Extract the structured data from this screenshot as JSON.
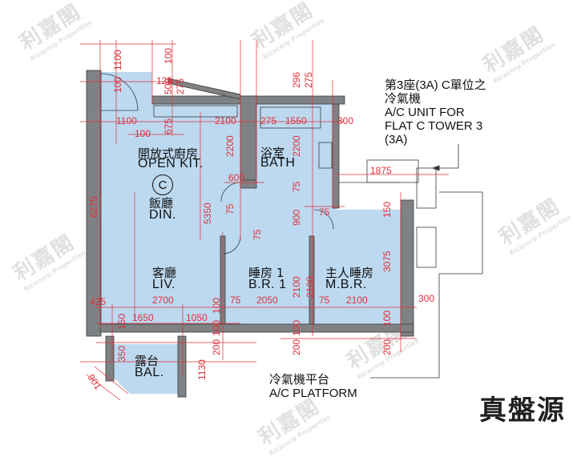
{
  "rooms": {
    "kitchen": {
      "zh": "開放式廚房",
      "en": "OPEN KIT."
    },
    "unit_circle": "C",
    "dining": {
      "zh": "飯廳",
      "en": "DIN."
    },
    "bath": {
      "zh": "浴室",
      "en": "BATH"
    },
    "living": {
      "zh": "客廳",
      "en": "LIV."
    },
    "bedroom1": {
      "zh": "睡房 1",
      "en": "B.R. 1"
    },
    "master": {
      "zh": "主人睡房",
      "en": "M.B.R."
    },
    "balcony": {
      "zh": "露台",
      "en": "BAL."
    }
  },
  "notes": {
    "ac_unit": [
      "第3座(3A) C單位之",
      "冷氣機",
      "A/C UNIT FOR",
      "FLAT C TOWER 3",
      "(3A)"
    ],
    "ac_platform": [
      "冷氣機平台",
      "A/C PLATFORM"
    ]
  },
  "dimensions": {
    "top_1100": "1100",
    "top_100a": "100",
    "top_100b": "100",
    "top_125": "125",
    "top_500": "500",
    "top_275a": "275",
    "top_296": "296",
    "top_275b": "275",
    "k_1100": "1100",
    "k_100": "100",
    "k_675": "675",
    "k_2100": "2100",
    "k_275": "275",
    "k_1550": "1550",
    "k_300": "300",
    "k_2200a": "2200",
    "k_2200b": "2200",
    "k_600": "600",
    "k_1875": "1875",
    "k_75a": "75",
    "k_75b": "75",
    "l_6275": "6275",
    "l_5350": "5350",
    "l_900": "900",
    "l_75c": "75",
    "l_150": "150",
    "l_75d": "75",
    "l_3075": "3075",
    "l_2100a": "2100",
    "l_2100b": "2100",
    "l_425": "425",
    "l_2700": "2700",
    "l_100a": "100",
    "l_75e": "75",
    "l_2050": "2050",
    "l_75f": "75",
    "l_2100c": "2100",
    "l_300": "300",
    "b_1650": "1650",
    "b_1050": "1050",
    "b_150": "150",
    "b_100a": "100",
    "b_100b": "100",
    "b_100c": "100",
    "b_350": "350",
    "b_200a": "200",
    "b_200b": "200",
    "b_200c": "200",
    "b_1130": "1130",
    "b_901": "901"
  },
  "watermark": {
    "text": "利嘉閣",
    "sub": "Ricacorp Properties"
  },
  "brand": "真盤源"
}
